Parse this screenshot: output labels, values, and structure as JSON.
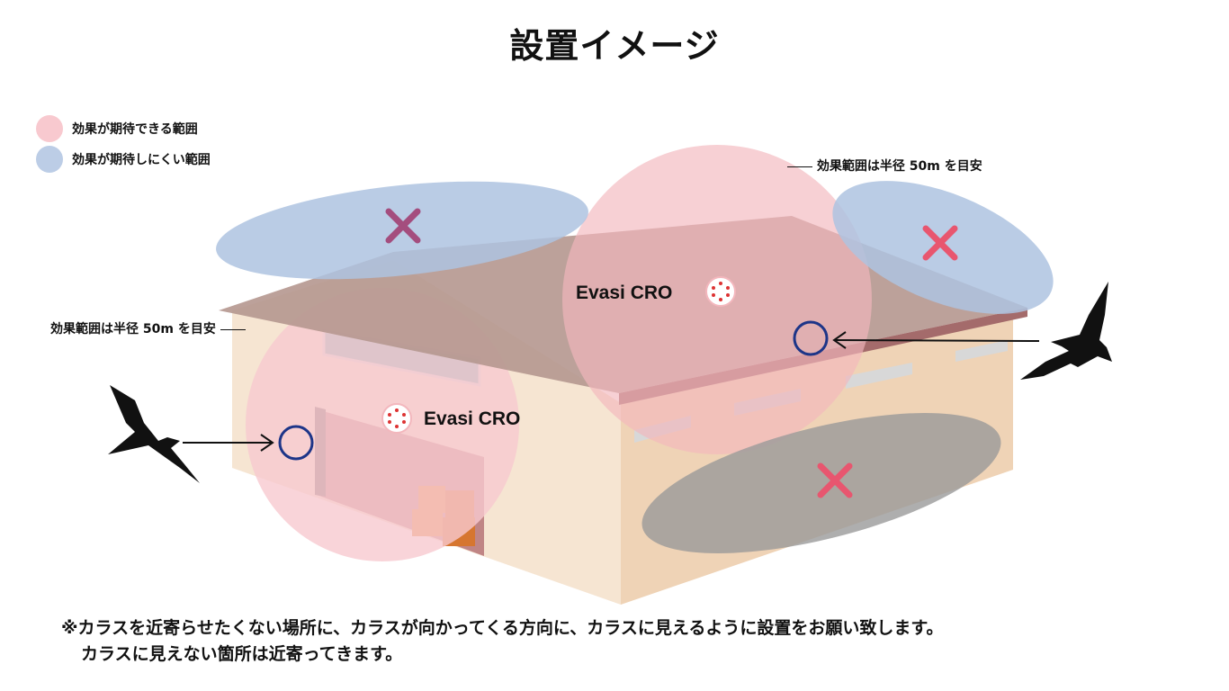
{
  "title": "設置イメージ",
  "legend": [
    {
      "label": "効果が期待できる範囲",
      "color": "#f8c9cf"
    },
    {
      "label": "効果が期待しにくい範囲",
      "color": "#bccde6"
    }
  ],
  "annotations": {
    "radius_right": "効果範囲は半径 50m を目安",
    "radius_left": "効果範囲は半径 50m を目安"
  },
  "devices": [
    {
      "label": "Evasi CRO"
    },
    {
      "label": "Evasi CRO"
    }
  ],
  "note": {
    "line1": "※カラスを近寄らせたくない場所に、カラスが向かってくる方向に、カラスに見えるように設置をお願い致します。",
    "line2": "カラスに見えない箇所は近寄ってきます。"
  },
  "colors": {
    "effective": "#f8c9cf",
    "ineffective": "#bccde6",
    "cross": "#e8566f",
    "target_ring": "#1d3588",
    "wall": "#f6e5d2",
    "roof": "#c9a69c"
  }
}
